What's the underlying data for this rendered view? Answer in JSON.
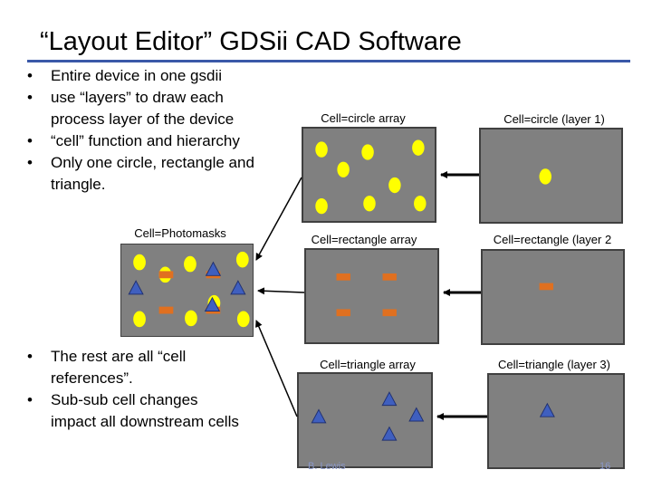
{
  "slide": {
    "title": "“Layout Editor” GDSii CAD Software",
    "bullets_top": [
      "Entire device in one gsdii",
      "use “layers” to draw each process layer of the device",
      "“cell” function and hierarchy",
      "Only one circle, rectangle and triangle."
    ],
    "bullets_bottom": [
      "The rest are all “cell references”.",
      "Sub-sub cell changes impact all downstream cells"
    ],
    "bullet_glyph": "•",
    "labels": {
      "photomasks": "Cell=Photomasks",
      "circle_array": "Cell=circle array",
      "circle_layer": "Cell=circle (layer 1)",
      "rect_array": "Cell=rectangle array",
      "rect_layer": "Cell=rectangle (layer 2",
      "tri_array": "Cell=triangle array",
      "tri_layer": "Cell=triangle (layer 3)"
    },
    "footer": {
      "author": "B. Lewis",
      "page": "16"
    }
  },
  "colors": {
    "panel_bg": "#808080",
    "panel_border": "#404040",
    "circle": "#ffff00",
    "rectangle": "#e07020",
    "triangle": "#3f5fbf",
    "title_rule": "#3a58a8"
  },
  "icons": [
    "circle-shape",
    "rectangle-shape",
    "triangle-shape",
    "arrow-left"
  ]
}
